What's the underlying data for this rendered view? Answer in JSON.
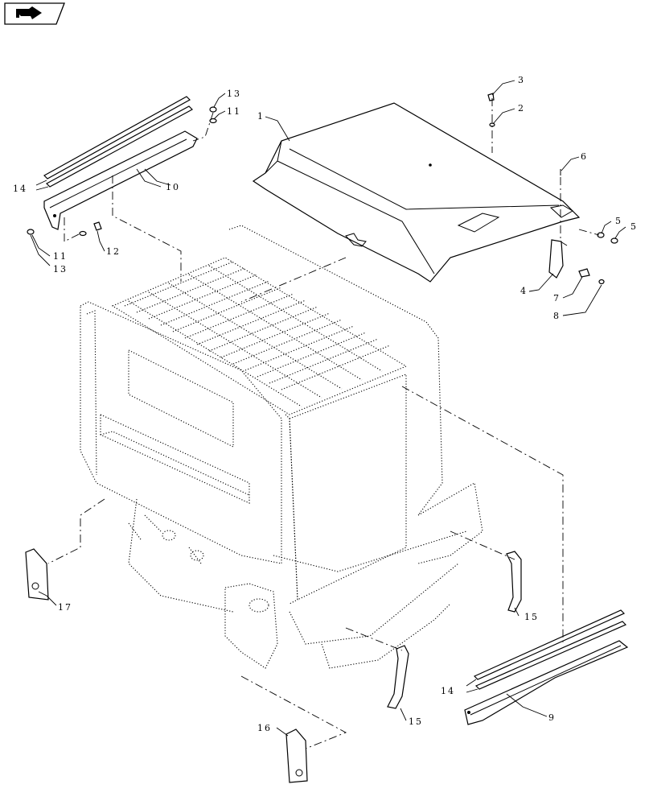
{
  "nav_icon": "next-page-arrow-icon",
  "callouts": {
    "c1": "1",
    "c2": "2",
    "c3": "3",
    "c4": "4",
    "c5a": "5",
    "c5b": "5",
    "c6": "6",
    "c7": "7",
    "c8": "8",
    "c9": "9",
    "c10": "10",
    "c11a": "11",
    "c11b": "11",
    "c12": "12",
    "c13a": "13",
    "c13b": "13",
    "c14a": "14",
    "c14b": "14",
    "c15a": "15",
    "c15b": "15",
    "c16": "16",
    "c17": "17"
  }
}
